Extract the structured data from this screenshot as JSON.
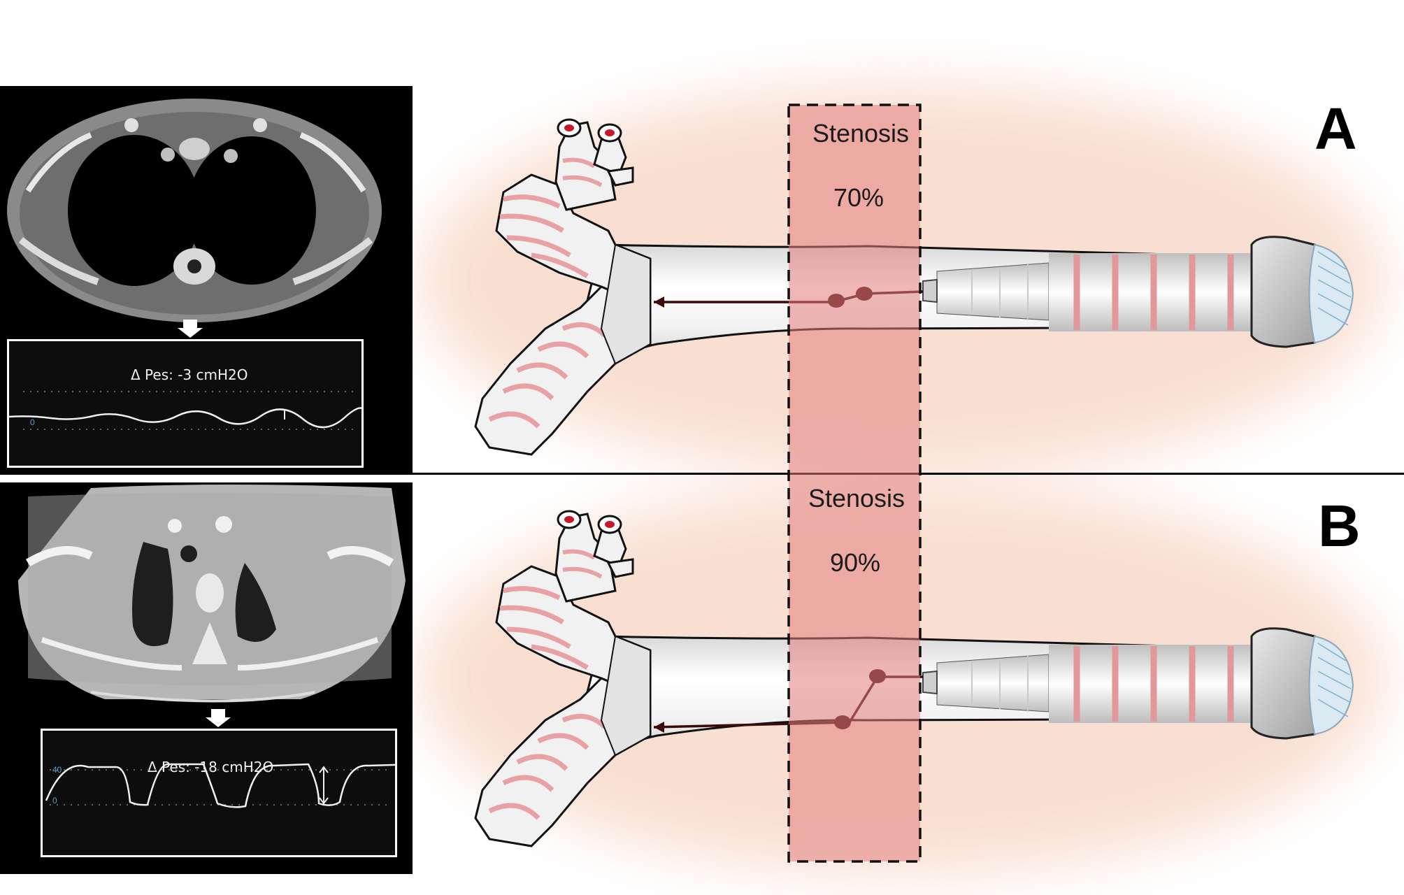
{
  "panels": [
    {
      "letter": "A",
      "stenosis_label": "Stenosis",
      "stenosis_value": "70%",
      "pressure_label": "Δ Pes: -3 cmH2O",
      "tick_zero": "0"
    },
    {
      "letter": "B",
      "stenosis_label": "Stenosis",
      "stenosis_value": "90%",
      "pressure_label": "Δ Pes: -18 cmH2O",
      "tick_zero": "0",
      "tick_top": "40"
    }
  ],
  "colors": {
    "stenosis_band": "#e79b98",
    "tissue_glow": "#f7d9c9",
    "cartilage_ring": "#e8a1a4",
    "trachea_wall": "#f4f4f4",
    "outline": "#111111",
    "probe_line": "#3b0a0a"
  }
}
